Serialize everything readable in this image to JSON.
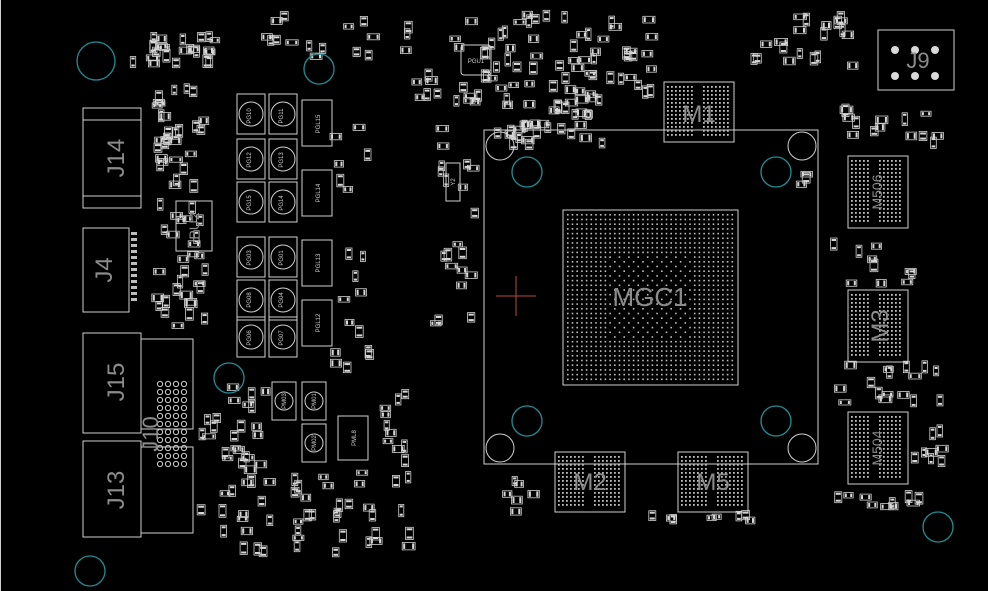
{
  "board": {
    "background": "#000000",
    "silkscreen_color": "#cfcfcf",
    "label_color": "#8c8c8c",
    "mount_hole_color": "#1f8f96"
  },
  "labels": {
    "gpu": "MGC1",
    "mem_top": "M1",
    "mem_bottom_left": "M2",
    "mem_bottom_right": "M5",
    "mem_right_top": "M506",
    "mem_right_mid": "M3",
    "mem_right_bottom": "M504",
    "conn_j14": "J14",
    "conn_j4": "J4",
    "conn_j15": "J15",
    "conn_j13": "J13",
    "conn_j10": "J10",
    "conn_j9": "J9",
    "pu2": "PU2",
    "pgu1": "PGU1",
    "y2": "Y2",
    "pgl15": "PGL15",
    "pgl14": "PGL14",
    "pgl13": "PGL13",
    "pgl12": "PGL12",
    "pml8": "PML8",
    "pg10": "PG10",
    "pg11": "PG11",
    "pg12": "PG12",
    "pg13": "PG13",
    "pg14": "PG14",
    "pg15": "PG15",
    "pg03": "PG03",
    "pg01": "PG01",
    "pg08": "PG08",
    "pg04": "PG04",
    "pg06": "PG06",
    "pg07": "PG07",
    "pm01": "PM01",
    "pm02": "PM02",
    "pm03": "PM03"
  }
}
